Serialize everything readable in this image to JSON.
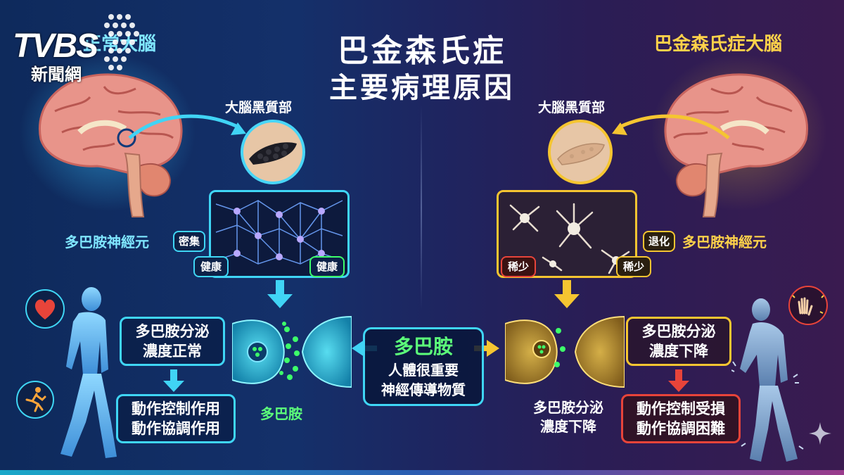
{
  "logo": {
    "brand": "TVBS",
    "sub": "新聞網"
  },
  "title": {
    "line1": "巴金森氏症",
    "line2": "主要病理原因"
  },
  "left": {
    "brain_title": "正常大腦",
    "substantia_label": "大腦黑質部",
    "neuron_label": "多巴胺神經元",
    "density_tag": "密集",
    "healthy_tag_1": "健康",
    "healthy_tag_2": "健康",
    "secretion_line1": "多巴胺分泌",
    "secretion_line2": "濃度正常",
    "effect_line1": "動作控制作用",
    "effect_line2": "動作協調作用",
    "dopamine_label": "多巴胺"
  },
  "center": {
    "title": "多巴胺",
    "line1": "人體很重要",
    "line2": "神經傳導物質"
  },
  "right": {
    "brain_title": "巴金森氏症大腦",
    "substantia_label": "大腦黑質部",
    "degeneration_tag": "退化",
    "neuron_label": "多巴胺神經元",
    "scarce_tag_1": "稀少",
    "scarce_tag_2": "稀少",
    "secretion_line1": "多巴胺分泌",
    "secretion_line2": "濃度下降",
    "synapse_line1": "多巴胺分泌",
    "synapse_line2": "濃度下降",
    "effect_line1": "動作控制受損",
    "effect_line2": "動作協調困難"
  },
  "icons": [
    "heart-icon",
    "running-person-icon",
    "shaking-hands-icon",
    "sparkle-icon"
  ],
  "colors": {
    "cyan": "#3fd6f5",
    "yellow": "#f5c531",
    "green": "#3dff6a",
    "red": "#e8443a"
  }
}
